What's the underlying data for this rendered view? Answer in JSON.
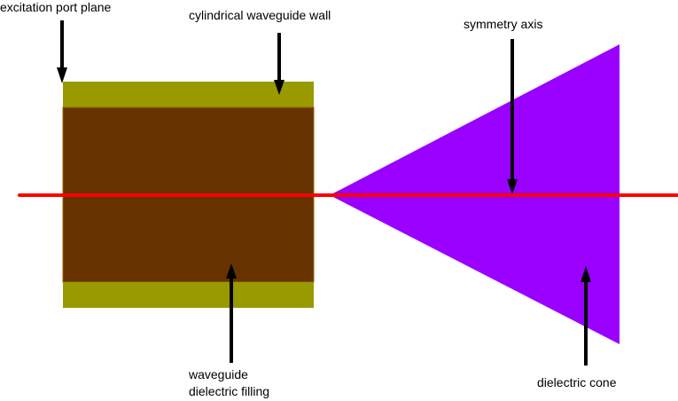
{
  "diagram": {
    "colors": {
      "waveguide_wall": "#999900",
      "dielectric_filling": "#663300",
      "dielectric_cone": "#9900ff",
      "symmetry_axis": "#ff0000",
      "arrow": "#000000"
    },
    "labels": {
      "excitation_port_plane": "excitation port plane",
      "waveguide_wall": "cylindrical waveguide wall",
      "symmetry_axis": "symmetry axis",
      "filling_line1": "waveguide",
      "filling_line2": "dielectric filling",
      "dielectric_cone": "dielectric cone"
    }
  }
}
